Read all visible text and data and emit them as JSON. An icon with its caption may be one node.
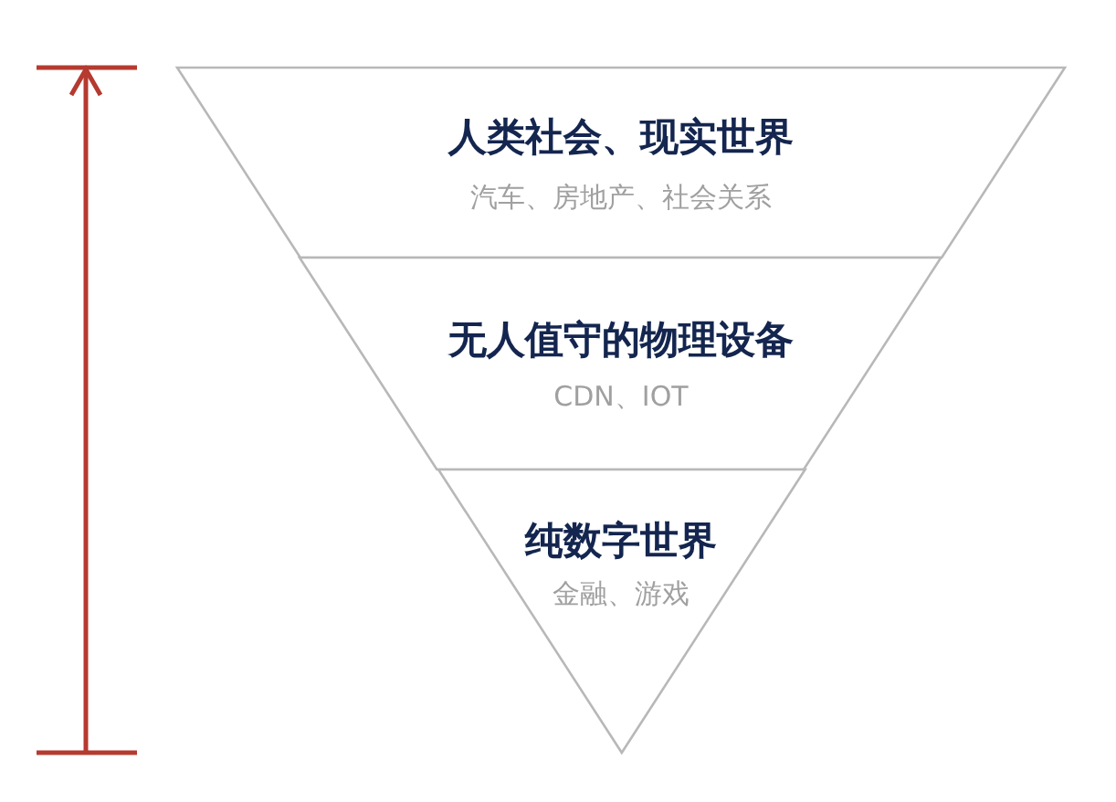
{
  "diagram": {
    "nodes": [
      {
        "text": [
          "人类社会、现实世界",
          "汽车、房地产、社会关系"
        ]
      },
      {
        "text": [
          "无人值守的物理设备",
          "CDN、IOT"
        ]
      },
      {
        "text": [
          "纯数字世界",
          "金融、游戏"
        ]
      }
    ]
  }
}
